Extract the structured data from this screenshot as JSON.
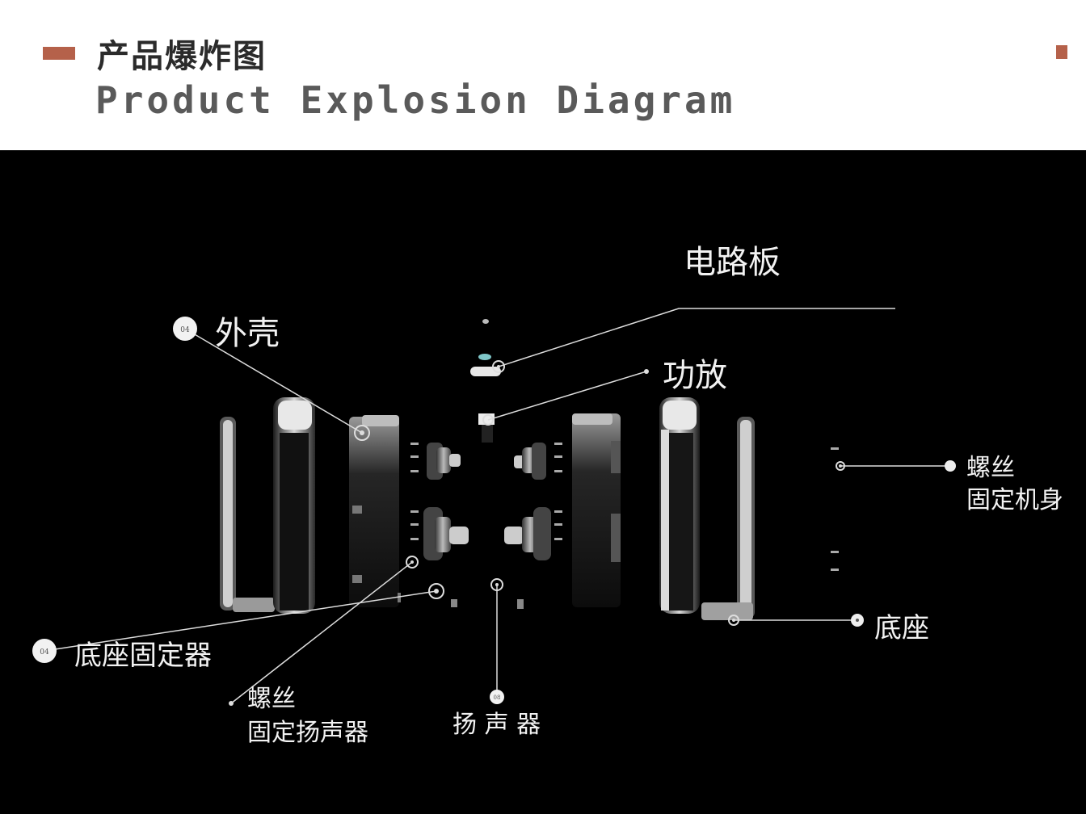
{
  "header": {
    "title_cn": "产品爆炸图",
    "title_en": "Product Explosion Diagram",
    "accent_color": "#b5614a"
  },
  "labels": {
    "circuit_board": "电路板",
    "shell": "外壳",
    "amplifier": "功放",
    "screw_body_line1": "螺丝",
    "screw_body_line2": "固定机身",
    "base": "底座",
    "base_fixer": "底座固定器",
    "screw_speaker_line1": "螺丝",
    "screw_speaker_line2": "固定扬声器",
    "speaker": "扬 声 器"
  },
  "markers": {
    "shell_badge": "04",
    "base_fixer_badge": "04",
    "speaker_badge": "08"
  }
}
